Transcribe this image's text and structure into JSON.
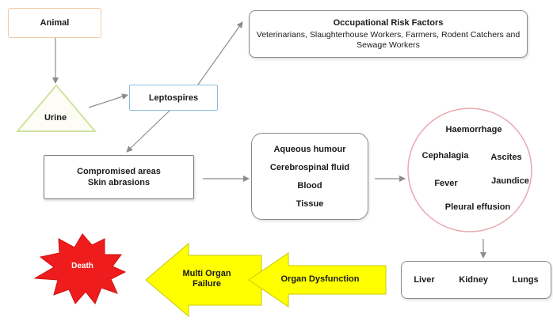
{
  "nodes": {
    "animal": "Animal",
    "urine": "Urine",
    "leptospires": "Leptospires",
    "risk_title": "Occupational Risk Factors",
    "risk_body": "Veterinarians, Slaughterhouse Workers, Farmers, Rodent Catchers and Sewage Workers",
    "compromised": "Compromised areas",
    "skin": "Skin abrasions",
    "fluids": [
      "Aqueous humour",
      "Cerebrospinal fluid",
      "Blood",
      "Tissue"
    ],
    "symptoms": {
      "haemorrhage": "Haemorrhage",
      "cephalagia": "Cephalagia",
      "ascites": "Ascites",
      "fever": "Fever",
      "jaundice": "Jaundice",
      "pleural": "Pleural effusion"
    },
    "organs": [
      "Liver",
      "Kidney",
      "Lungs"
    ],
    "organ_dysfunction": "Organ Dysfunction",
    "multi_organ_failure": "Multi Organ Failure",
    "death": "Death"
  },
  "colors": {
    "death_fill": "#ee1c1c",
    "arrow_fill": "#ffff00",
    "symptom_circle": "#e8a8b0",
    "urine_triangle": "#cfe3a0",
    "leptospires_border": "#8cbedc",
    "animal_border": "#f0c9a4",
    "connector": "#8c8c8c"
  }
}
